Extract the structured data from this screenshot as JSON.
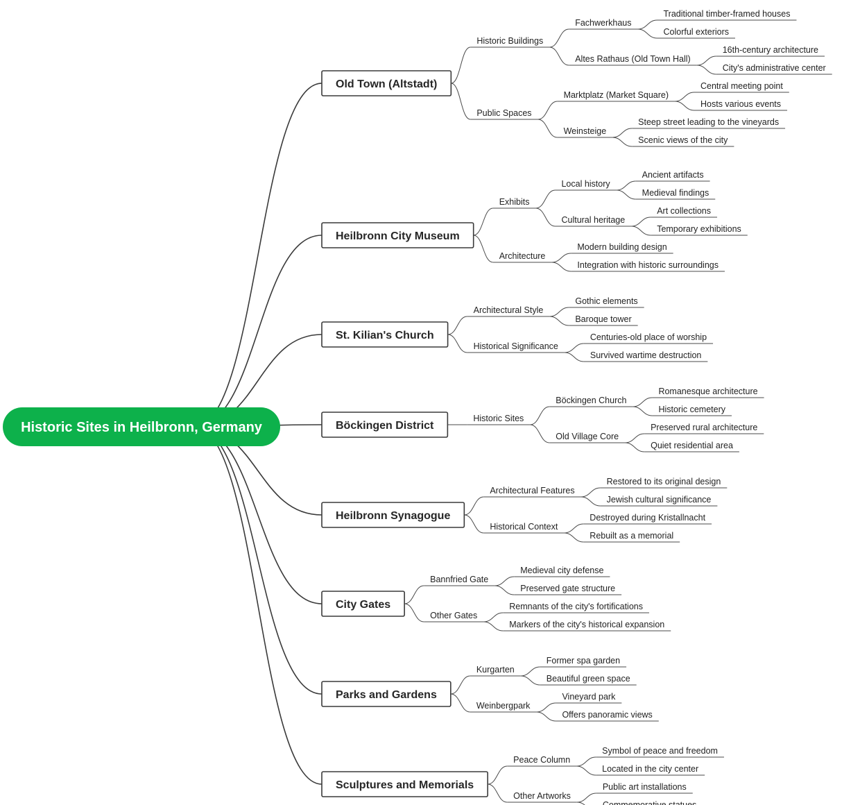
{
  "root": {
    "label": "Historic Sites in Heilbronn, Germany",
    "color": "#0db14b"
  },
  "colors": {
    "line": "#3a3a3a",
    "text": "#222222",
    "box_border": "#3a3a3a"
  },
  "branches": [
    {
      "label": "Old Town (Altstadt)",
      "children": [
        {
          "label": "Historic Buildings",
          "children": [
            {
              "label": "Fachwerkhaus",
              "children": [
                "Traditional timber-framed houses",
                "Colorful exteriors"
              ]
            },
            {
              "label": "Altes Rathaus (Old Town Hall)",
              "children": [
                "16th-century architecture",
                "City's administrative center"
              ]
            }
          ]
        },
        {
          "label": "Public Spaces",
          "children": [
            {
              "label": "Marktplatz (Market Square)",
              "children": [
                "Central meeting point",
                "Hosts various events"
              ]
            },
            {
              "label": "Weinsteige",
              "children": [
                "Steep street leading to the vineyards",
                "Scenic views of the city"
              ]
            }
          ]
        }
      ]
    },
    {
      "label": "Heilbronn City Museum",
      "children": [
        {
          "label": "Exhibits",
          "children": [
            {
              "label": "Local history",
              "children": [
                "Ancient artifacts",
                "Medieval findings"
              ]
            },
            {
              "label": "Cultural heritage",
              "children": [
                "Art collections",
                "Temporary exhibitions"
              ]
            }
          ]
        },
        {
          "label": "Architecture",
          "children": [
            "Modern building design",
            "Integration with historic surroundings"
          ]
        }
      ]
    },
    {
      "label": "St. Kilian's Church",
      "children": [
        {
          "label": "Architectural Style",
          "children": [
            "Gothic elements",
            "Baroque tower"
          ]
        },
        {
          "label": "Historical Significance",
          "children": [
            "Centuries-old place of worship",
            "Survived wartime destruction"
          ]
        }
      ]
    },
    {
      "label": "Böckingen District",
      "children": [
        {
          "label": "Historic Sites",
          "children": [
            {
              "label": "Böckingen Church",
              "children": [
                "Romanesque architecture",
                "Historic cemetery"
              ]
            },
            {
              "label": "Old Village Core",
              "children": [
                "Preserved rural architecture",
                "Quiet residential area"
              ]
            }
          ]
        }
      ]
    },
    {
      "label": "Heilbronn Synagogue",
      "children": [
        {
          "label": "Architectural Features",
          "children": [
            "Restored to its original design",
            "Jewish cultural significance"
          ]
        },
        {
          "label": "Historical Context",
          "children": [
            "Destroyed during Kristallnacht",
            "Rebuilt as a memorial"
          ]
        }
      ]
    },
    {
      "label": "City Gates",
      "children": [
        {
          "label": "Bannfried Gate",
          "children": [
            "Medieval city defense",
            "Preserved gate structure"
          ]
        },
        {
          "label": "Other Gates",
          "children": [
            "Remnants of the city's fortifications",
            "Markers of the city's historical expansion"
          ]
        }
      ]
    },
    {
      "label": "Parks and Gardens",
      "children": [
        {
          "label": "Kurgarten",
          "children": [
            "Former spa garden",
            "Beautiful green space"
          ]
        },
        {
          "label": "Weinbergpark",
          "children": [
            "Vineyard park",
            "Offers panoramic views"
          ]
        }
      ]
    },
    {
      "label": "Sculptures and Memorials",
      "children": [
        {
          "label": "Peace Column",
          "children": [
            "Symbol of peace and freedom",
            "Located in the city center"
          ]
        },
        {
          "label": "Other Artworks",
          "children": [
            "Public art installations",
            "Commemorative statues"
          ]
        }
      ]
    }
  ]
}
